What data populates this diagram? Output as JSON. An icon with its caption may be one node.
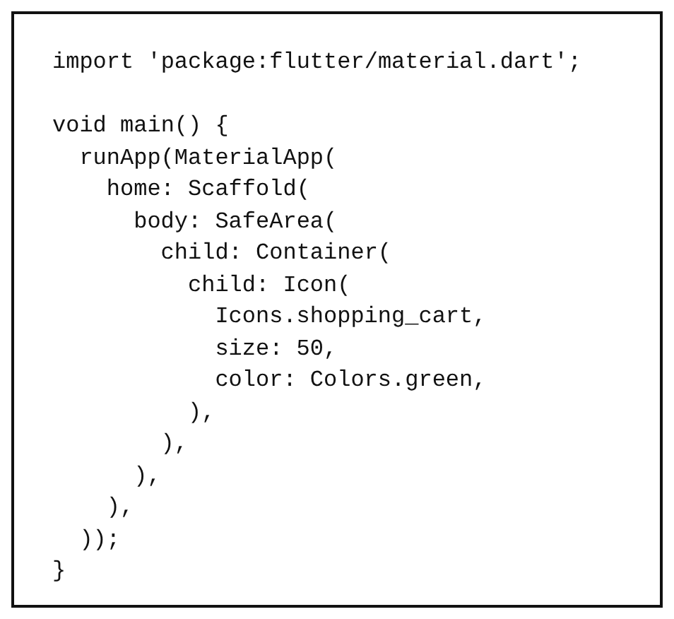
{
  "diagram": {
    "nodes": [
      {
        "text": [
          "import 'package:flutter/material.dart';",
          "void main() {",
          "runApp(MaterialApp(",
          "home: Scaffold(",
          "body: SafeArea(",
          "child: Container(",
          "child: Icon(",
          "Icons.shopping_cart,",
          "size: 50,",
          "color: Colors.green,",
          "),",
          "),",
          "),",
          "),",
          "));",
          "}"
        ]
      }
    ]
  }
}
